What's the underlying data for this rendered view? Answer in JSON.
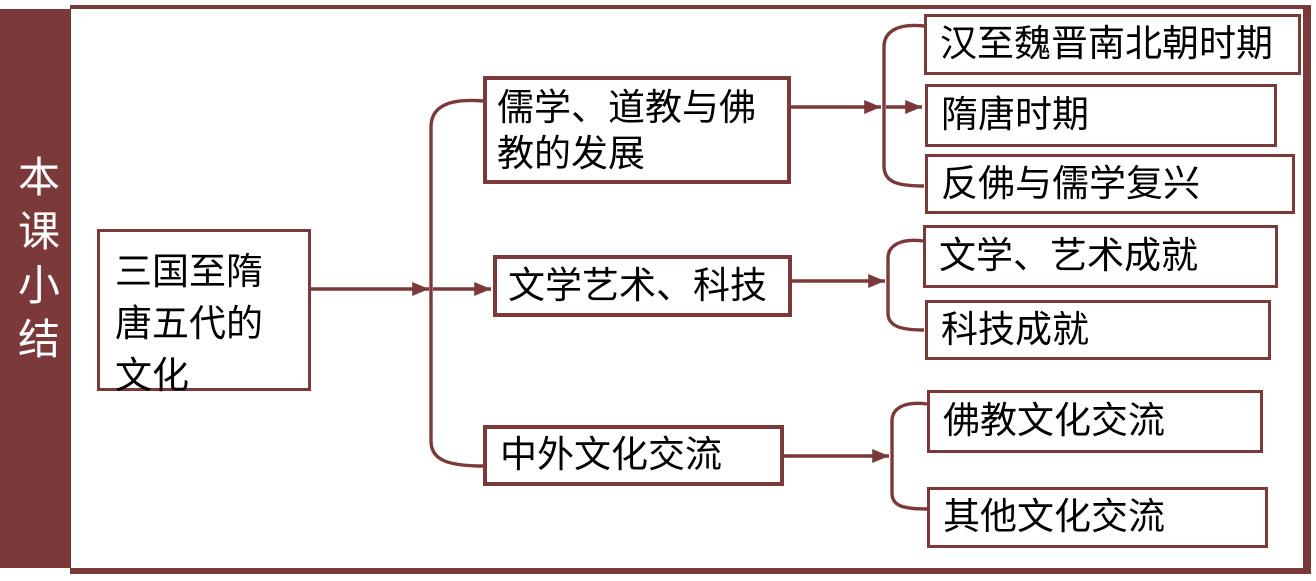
{
  "colors": {
    "accent": "#7c3939",
    "text": "#000000",
    "bg": "#ffffff",
    "sidebar_text": "#ffffff"
  },
  "sidebar": {
    "title": "本课小结"
  },
  "root": {
    "label": "三国至隋\n唐五代的\n文化"
  },
  "branches": [
    {
      "label": "儒学、道教与佛\n教的发展",
      "children": [
        "汉至魏晋南北朝时期",
        "隋唐时期",
        "反佛与儒学复兴"
      ]
    },
    {
      "label": "文学艺术、科技",
      "children": [
        "文学、艺术成就",
        "科技成就"
      ]
    },
    {
      "label": "中外文化交流",
      "children": [
        "佛教文化交流",
        "其他文化交流"
      ]
    }
  ]
}
